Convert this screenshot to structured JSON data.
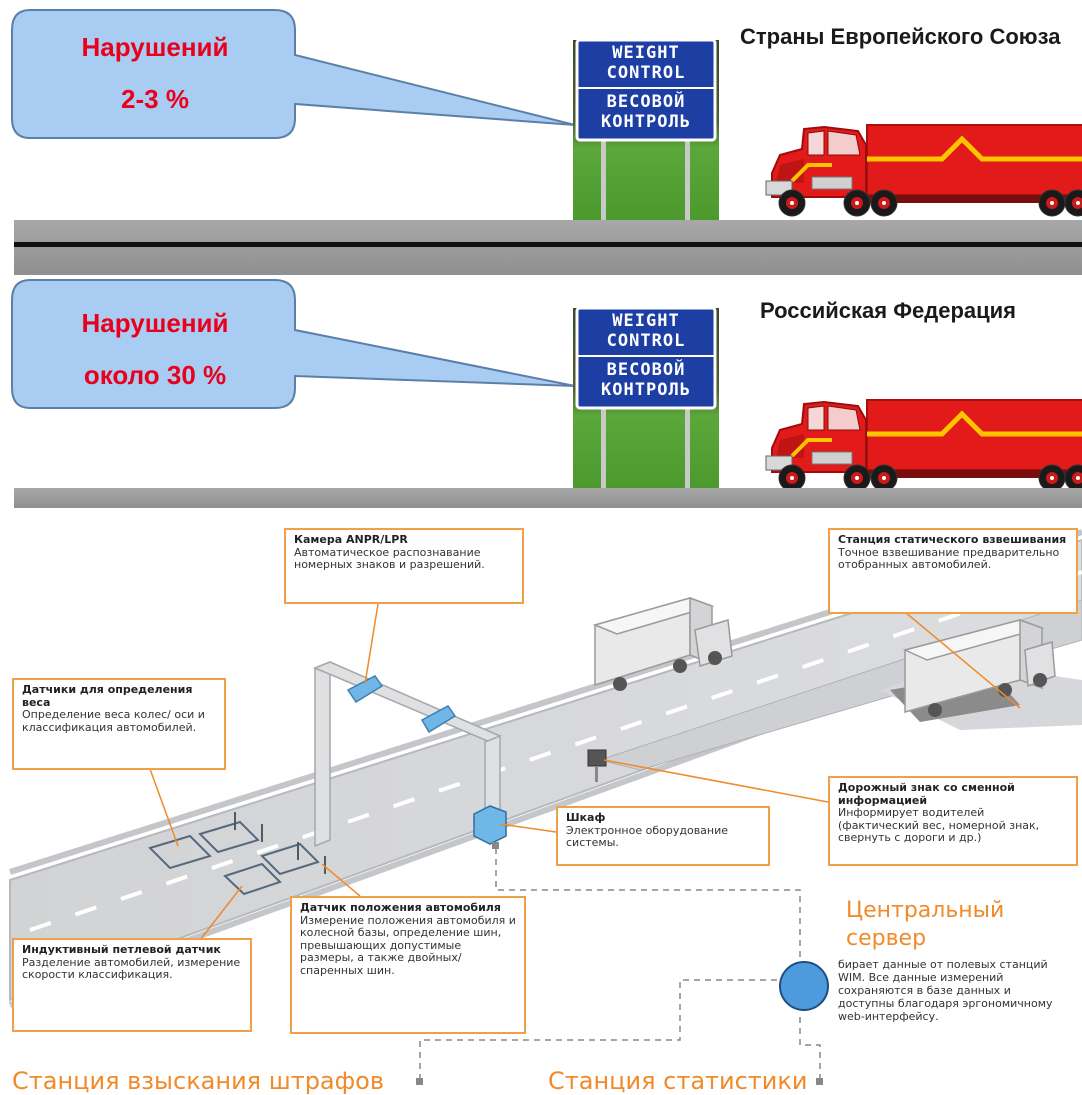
{
  "comparison": {
    "eu": {
      "title": "Страны Европейского Союза",
      "bubble_line1": "Нарушений",
      "bubble_line2": "2-3 %"
    },
    "ru": {
      "title": "Российская Федерация",
      "bubble_line1": "Нарушений",
      "bubble_line2": "около 30 %"
    },
    "sign": {
      "top_line1": "WEIGHT",
      "top_line2": "CONTROL",
      "bottom_line1": "ВЕСОВОЙ",
      "bottom_line2": "КОНТРОЛЬ"
    }
  },
  "wim": {
    "camera": {
      "title": "Камера ANPR/LPR",
      "text": "Автоматическое распознавание номерных знаков и разрешений."
    },
    "static_station": {
      "title": "Станция статического взвешивания",
      "text": "Точное взвешивание предварительно отобранных автомобилей."
    },
    "weight_sensors": {
      "title": "Датчики для определения веса",
      "text": "Определение веса колес/ оси и классификация автомобилей."
    },
    "road_sign": {
      "title": "Дорожный знак со сменной информацией",
      "text": "Информирует водителей (фактический вес, номерной знак, свернуть с дороги и др.)"
    },
    "cabinet": {
      "title": "Шкаф",
      "text": "Электронное оборудование системы."
    },
    "position_sensor": {
      "title": "Датчик положения автомобиля",
      "text": "Измерение положения автомобиля и колесной базы, определение шин, превышающих допустимые размеры, а также двойных/ спаренных шин."
    },
    "loop_detector": {
      "title": "Индуктивный петлевой датчик",
      "text": "Разделение автомобилей, измерение скорости классификация."
    },
    "central_server": {
      "title_line1": "Центральный",
      "title_line2": "сервер",
      "text": "бирает данные от полевых станций WIM. Все данные измерений сохраняются в базе данных и доступны благодаря эргономичному web-интерфейсу."
    },
    "fines_station": "Станция взыскания штрафов",
    "stats_station": "Станция статистики"
  },
  "colors": {
    "bubble_fill": "#a9cdf2",
    "bubble_stroke": "#5b7fa6",
    "bubble_text": "#e8001c",
    "sign_blue": "#1d3fa4",
    "road_gray": "#9b9b9b",
    "truck_red": "#e21a1a",
    "truck_stripe": "#ffc400",
    "callout_border": "#f0a049",
    "server_blue": "#4d9bdc"
  }
}
